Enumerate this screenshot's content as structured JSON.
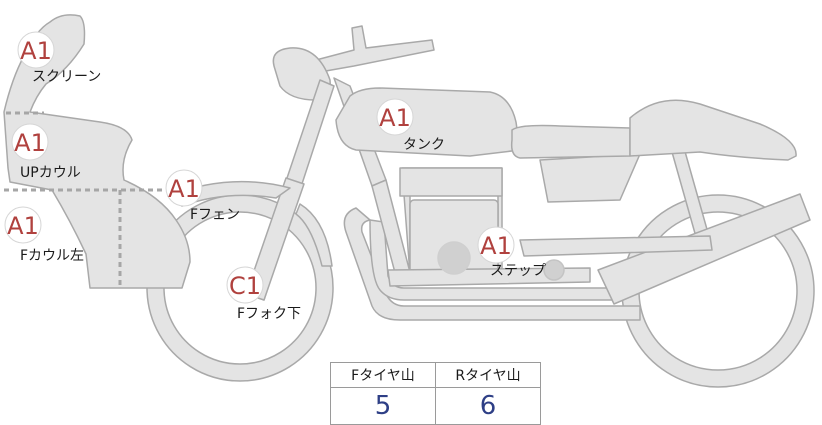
{
  "colors": {
    "body_fill": "#e4e4e4",
    "body_stroke": "#a9a9a9",
    "dot_line": "#a6a6a6",
    "grade_text": "#b0413e",
    "value_text": "#2e3f86"
  },
  "parts": [
    {
      "id": "screen",
      "grade": "A1",
      "label": "スクリーン"
    },
    {
      "id": "up-cowl",
      "grade": "A1",
      "label": "UPカウル"
    },
    {
      "id": "f-cowl-left",
      "grade": "A1",
      "label": "Fカウル左"
    },
    {
      "id": "f-fender",
      "grade": "A1",
      "label": "Fフェン"
    },
    {
      "id": "f-fork-lower",
      "grade": "C1",
      "label": "Fフォク下"
    },
    {
      "id": "tank",
      "grade": "A1",
      "label": "タンク"
    },
    {
      "id": "step",
      "grade": "A1",
      "label": "ステップ"
    }
  ],
  "tire_table": {
    "headers": [
      "Fタイヤ山",
      "Rタイヤ山"
    ],
    "values": [
      "5",
      "6"
    ]
  }
}
